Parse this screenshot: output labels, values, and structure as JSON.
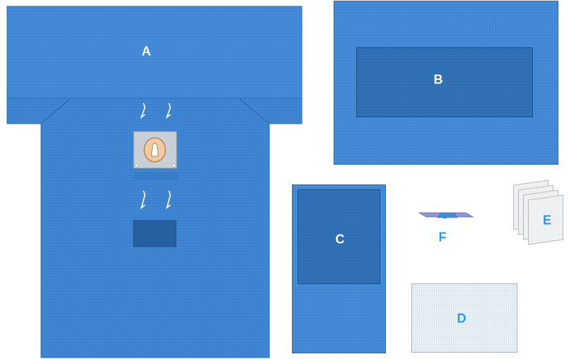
{
  "labels": {
    "a": "A",
    "b": "B",
    "c": "C",
    "d": "D",
    "e": "E",
    "f": "F"
  },
  "colors": {
    "drape_blue": "#3f87d4",
    "dark_panel": "#2d6eb3",
    "label_white": "#ffffff",
    "label_blue": "#2c9be0",
    "light_sheet": "#eef3f7",
    "tape_purple": "#8f95d6",
    "tape_blue": "#3f8fdb",
    "fluid_pouch": "#f3c9a0"
  },
  "icons": [
    "cord-holder-icon",
    "fluid-collection-pouch-icon",
    "adhesive-tape-icon",
    "gauze-stack-icon"
  ]
}
